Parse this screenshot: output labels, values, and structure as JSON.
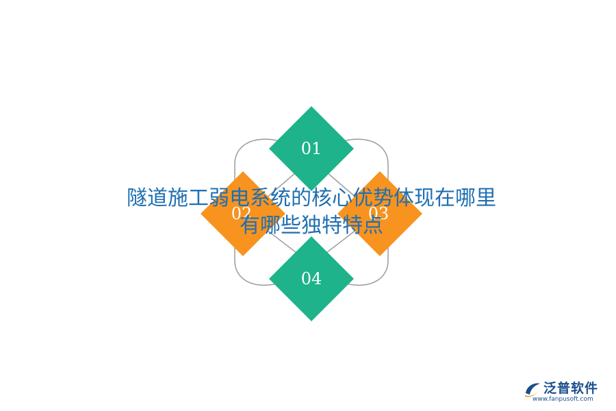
{
  "title": {
    "line1": "隧道施工弱电系统的核心优势体现在哪里",
    "line2": "有哪些独特特点"
  },
  "nodes": [
    {
      "label": "01",
      "color": "#1eb38a"
    },
    {
      "label": "02",
      "color": "#f7931e"
    },
    {
      "label": "03",
      "color": "#f7931e"
    },
    {
      "label": "04",
      "color": "#1eb38a"
    }
  ],
  "connector_color": "#9a9a9a",
  "logo": {
    "name": "泛普软件",
    "url": "www.fanpusoft.com",
    "brand_color": "#1a4f8c",
    "accent_color": "#f7931e"
  }
}
